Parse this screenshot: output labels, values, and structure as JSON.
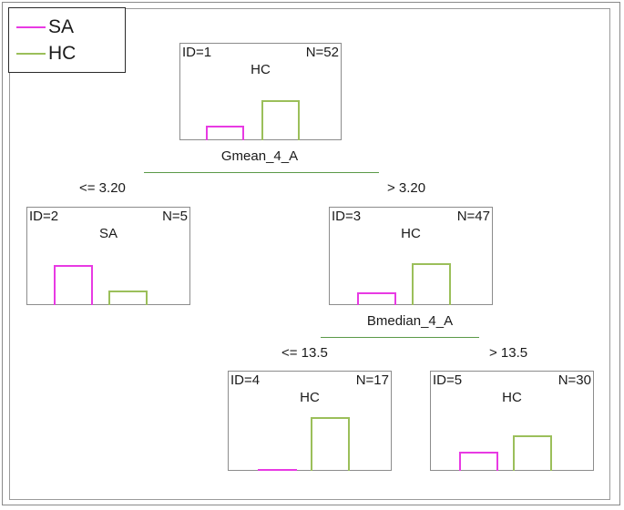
{
  "colors": {
    "SA": "#e83ae3",
    "HC": "#9bbf5a",
    "split_line": "#5a9a48"
  },
  "legend": {
    "items": [
      {
        "label": "SA",
        "color": "#e83ae3"
      },
      {
        "label": "HC",
        "color": "#9bbf5a"
      }
    ]
  },
  "nodes": [
    {
      "id_label": "ID=1",
      "n_label": "N=52",
      "class_label": "HC",
      "bars": {
        "SA": 0.27,
        "HC": 0.73
      }
    },
    {
      "id_label": "ID=2",
      "n_label": "N=5",
      "class_label": "SA",
      "bars": {
        "SA": 0.73,
        "HC": 0.27
      }
    },
    {
      "id_label": "ID=3",
      "n_label": "N=47",
      "class_label": "HC",
      "bars": {
        "SA": 0.24,
        "HC": 0.76
      }
    },
    {
      "id_label": "ID=4",
      "n_label": "N=17",
      "class_label": "HC",
      "bars": {
        "SA": 0.02,
        "HC": 0.98
      }
    },
    {
      "id_label": "ID=5",
      "n_label": "N=30",
      "class_label": "HC",
      "bars": {
        "SA": 0.35,
        "HC": 0.65
      }
    }
  ],
  "splits": [
    {
      "variable": "Gmean_4_A",
      "left_label": "<= 3.20",
      "right_label": "> 3.20"
    },
    {
      "variable": "Bmedian_4_A",
      "left_label": "<= 13.5",
      "right_label": "> 13.5"
    }
  ]
}
